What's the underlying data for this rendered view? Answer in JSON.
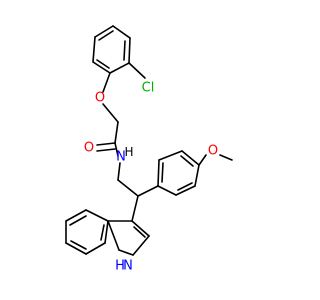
{
  "colors": {
    "background": "#ffffff",
    "bond": "#000000",
    "oxygen": "#ff0000",
    "nitrogen": "#0000ff",
    "chlorine": "#00b000",
    "carbon": "#000000"
  },
  "atom_labels": {
    "chlorine": "Cl",
    "ether_oxygen": "O",
    "carbonyl_oxygen": "O",
    "amide_nh": "N",
    "amide_h": "H",
    "methoxy_oxygen": "O",
    "indole_nh": "N",
    "indole_h": "H"
  }
}
